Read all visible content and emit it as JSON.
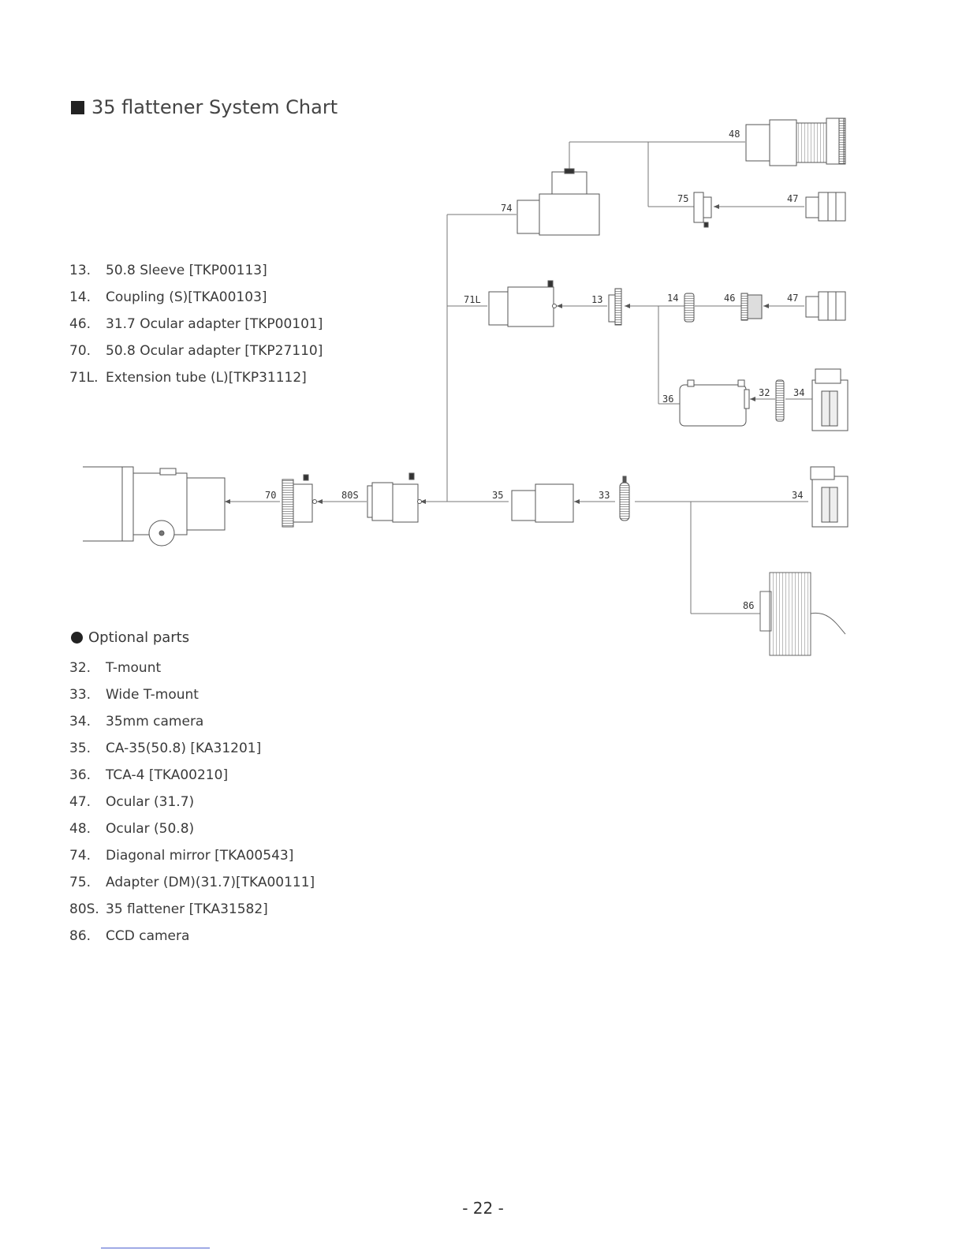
{
  "title": "35 flattener System Chart",
  "parts_main": [
    {
      "num": "13.",
      "text": "50.8 Sleeve [TKP00113]"
    },
    {
      "num": "14.",
      "text": "Coupling (S)[TKA00103]"
    },
    {
      "num": "46.",
      "text": "31.7 Ocular adapter [TKP00101]"
    },
    {
      "num": "70.",
      "text": "50.8 Ocular adapter [TKP27110]"
    },
    {
      "num": "71L.",
      "text": "Extension tube (L)[TKP31112]"
    }
  ],
  "optional_heading": "Optional parts",
  "parts_optional": [
    {
      "num": "32.",
      "text": "T-mount"
    },
    {
      "num": "33.",
      "text": "Wide T-mount"
    },
    {
      "num": "34.",
      "text": "35mm camera"
    },
    {
      "num": "35.",
      "text": "CA-35(50.8) [KA31201]"
    },
    {
      "num": "36.",
      "text": "TCA-4  [TKA00210]"
    },
    {
      "num": "47.",
      "text": "Ocular (31.7)"
    },
    {
      "num": "48.",
      "text": "Ocular (50.8)"
    },
    {
      "num": "74.",
      "text": "Diagonal mirror [TKA00543]"
    },
    {
      "num": "75.",
      "text": "Adapter (DM)(31.7)[TKA00111]"
    },
    {
      "num": "80S.",
      "text": "35 flattener [TKA31582]"
    },
    {
      "num": "86.",
      "text": "CCD camera"
    }
  ],
  "diagram_labels": {
    "l48": "48",
    "l74": "74",
    "l75": "75",
    "l47a": "47",
    "l71L": "71L",
    "l13": "13",
    "l14": "14",
    "l46": "46",
    "l47b": "47",
    "l36": "36",
    "l32": "32",
    "l34a": "34",
    "l70": "70",
    "l80S": "80S",
    "l35": "35",
    "l33": "33",
    "l34b": "34",
    "l86": "86"
  },
  "page_number": "- 22 -"
}
